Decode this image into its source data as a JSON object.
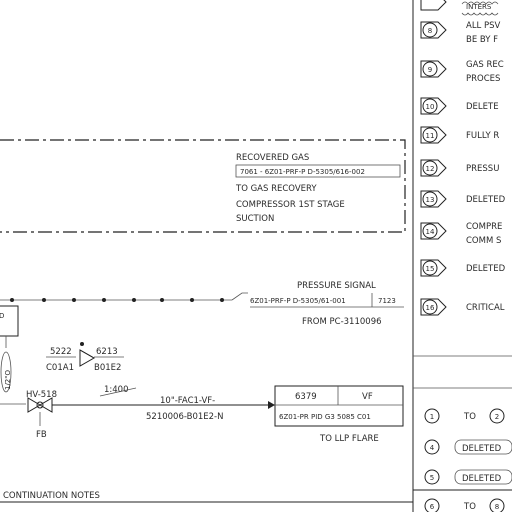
{
  "recovered_gas": {
    "title": "RECOVERED GAS",
    "line_no": "7061 - 6Z01-PRF-P D-5305/616-002",
    "dest_1": "TO GAS RECOVERY",
    "dest_2": "COMPRESSOR 1ST STAGE",
    "dest_3": "SUCTION"
  },
  "pressure_signal": {
    "title": "PRESSURE SIGNAL",
    "ref": "6Z01-PRF-P D-5305/61-001",
    "cell": "7123",
    "from": "FROM PC-3110096"
  },
  "instruments": {
    "left_top": "5222",
    "left_bottom": "C01A1",
    "right_top": "6213",
    "right_bottom": "B01E2",
    "valve_tag": "HV-518",
    "valve_fail": "FB",
    "slope": "1:400",
    "left_vert": "1/2\"O"
  },
  "main_line": {
    "spec": "10\"-FAC1-VF-",
    "ref": "5210006-B01E2-N"
  },
  "flare_box": {
    "cell_left": "6379",
    "cell_right": "VF",
    "ref": "6Z01-PR PID G3 5085 C01",
    "dest": "TO LLP FLARE"
  },
  "footer": {
    "continuation": "CONTINUATION NOTES"
  },
  "notes": {
    "top_partial": "INTERS",
    "items": [
      {
        "num": "8",
        "lines": [
          "ALL PSV",
          "BE BY F"
        ]
      },
      {
        "num": "9",
        "lines": [
          "GAS REC",
          "PROCES"
        ]
      },
      {
        "num": "10",
        "lines": [
          "DELETE"
        ]
      },
      {
        "num": "11",
        "lines": [
          "FULLY R"
        ]
      },
      {
        "num": "12",
        "lines": [
          "PRESSU"
        ]
      },
      {
        "num": "13",
        "lines": [
          "DELETED"
        ]
      },
      {
        "num": "14",
        "lines": [
          "COMPRE",
          "COMM S"
        ]
      },
      {
        "num": "15",
        "lines": [
          "DELETED"
        ]
      },
      {
        "num": "16",
        "lines": [
          "CRITICAL"
        ]
      }
    ]
  },
  "continuation": {
    "r1_num": "1",
    "r1_to": "TO",
    "r1_num2": "2",
    "r2_num": "4",
    "r2_text": "DELETED",
    "r3_num": "5",
    "r3_text": "DELETED",
    "r4_num": "6",
    "r4_to": "TO",
    "r4_num2": "8"
  }
}
